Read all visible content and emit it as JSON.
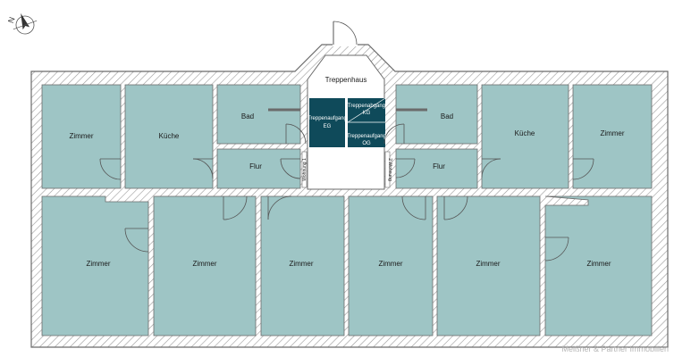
{
  "colors": {
    "room": "#9ec5c5",
    "stair": "#0f4a5a",
    "wall": "#6b6b6b",
    "hatch": "#9a9a9a",
    "watermark": "#b5b5b5"
  },
  "compass": {
    "north_label": "N"
  },
  "stairwell": {
    "title": "Treppenhaus",
    "stair_up": [
      "Treppenaufgang",
      "EG"
    ],
    "stair_down": [
      "Treppenabgang",
      "KG"
    ],
    "stair_up2": [
      "Treppenaufgang",
      "OG"
    ]
  },
  "apartment_labels": {
    "left": "Wohnung 1",
    "right": "2 Wohnung"
  },
  "rooms": {
    "zimmer_top_left": "Zimmer",
    "kueche_left": "Küche",
    "bad_left": "Bad",
    "flur_left": "Flur",
    "bad_right": "Bad",
    "flur_right": "Flur",
    "kueche_right": "Küche",
    "zimmer_top_right": "Zimmer",
    "zimmer_b1": "Zimmer",
    "zimmer_b2": "Zimmer",
    "zimmer_b3": "Zimmer",
    "zimmer_b4": "Zimmer",
    "zimmer_b5": "Zimmer",
    "zimmer_b6": "Zimmer"
  },
  "watermark": "Meißner & Partner Immobilien"
}
